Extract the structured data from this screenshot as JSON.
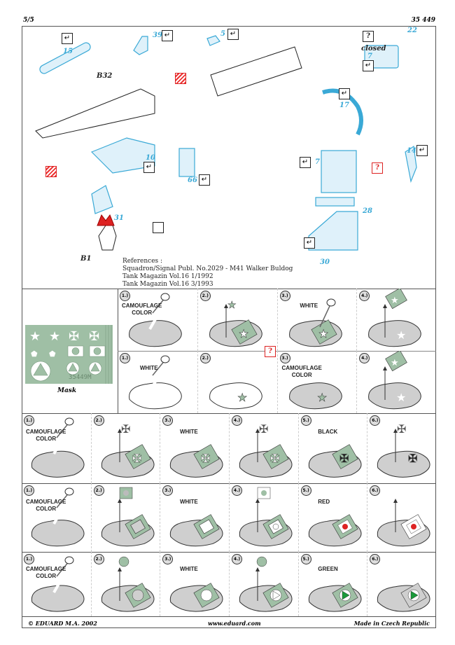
{
  "header": {
    "page": "5/5",
    "kit": "35 449"
  },
  "parts": {
    "p15": "15",
    "p39": "39",
    "b32": "B32",
    "p5": "5",
    "p22": "22",
    "closed": "closed",
    "p7a": "7",
    "p10": "10",
    "p66": "66",
    "p17": "17",
    "p31": "31",
    "p7b": "7",
    "p28": "28",
    "p14": "14",
    "b1": "B1",
    "p30": "30"
  },
  "icons": {
    "bend": "↵",
    "question": "?"
  },
  "references": {
    "title": "References :",
    "lines": [
      "Squadron/Signal Publ. No.2029 - M41 Walker Buldog",
      "Tank Magazin Vol.16 1/1992",
      "Tank Magazin Vol.16 3/1993"
    ]
  },
  "mask": {
    "label": "Mask",
    "code": "35449M"
  },
  "rows": [
    {
      "cols": 4,
      "steps": [
        {
          "n": "1.)",
          "label": "CAMOUFLAGE\nCOLOR",
          "mark": "none",
          "base": "#cfcfcf"
        },
        {
          "n": "2.)",
          "label": "",
          "mark": "star-mask",
          "base": "#cfcfcf"
        },
        {
          "n": "3.)",
          "label": "WHITE",
          "mark": "star-mask-paint",
          "base": "#cfcfcf"
        },
        {
          "n": "4.)",
          "label": "",
          "mark": "star-white",
          "base": "#cfcfcf"
        }
      ]
    },
    {
      "cols": 4,
      "steps": [
        {
          "n": "1.)",
          "label": "WHITE",
          "mark": "none",
          "base": "#fff"
        },
        {
          "n": "2.)",
          "label": "",
          "mark": "star-fill",
          "base": "#fff"
        },
        {
          "n": "3.)",
          "label": "CAMOUFLAGE\nCOLOR",
          "mark": "star-fill",
          "base": "#cfcfcf"
        },
        {
          "n": "4.)",
          "label": "",
          "mark": "star-white",
          "base": "#cfcfcf"
        }
      ]
    },
    {
      "cols": 6,
      "steps": [
        {
          "n": "1.)",
          "label": "CAMOUFLAGE\nCOLOR",
          "mark": "none",
          "base": "#cfcfcf"
        },
        {
          "n": "2.)",
          "label": "",
          "mark": "cross-mask",
          "base": "#cfcfcf"
        },
        {
          "n": "3.)",
          "label": "WHITE",
          "mark": "cross-white",
          "base": "#cfcfcf"
        },
        {
          "n": "4.)",
          "label": "",
          "mark": "cross-mask",
          "base": "#cfcfcf"
        },
        {
          "n": "5.)",
          "label": "BLACK",
          "mark": "cross-black",
          "base": "#cfcfcf"
        },
        {
          "n": "6.)",
          "label": "",
          "mark": "cross-final",
          "base": "#cfcfcf"
        }
      ]
    },
    {
      "cols": 6,
      "steps": [
        {
          "n": "1.)",
          "label": "CAMOUFLAGE\nCOLOR",
          "mark": "none",
          "base": "#cfcfcf"
        },
        {
          "n": "2.)",
          "label": "",
          "mark": "square-mask",
          "base": "#cfcfcf"
        },
        {
          "n": "3.)",
          "label": "WHITE",
          "mark": "square-white",
          "base": "#cfcfcf"
        },
        {
          "n": "4.)",
          "label": "",
          "mark": "dot-mask",
          "base": "#cfcfcf"
        },
        {
          "n": "5.)",
          "label": "RED",
          "mark": "dot-red",
          "base": "#cfcfcf"
        },
        {
          "n": "6.)",
          "label": "",
          "mark": "dot-final",
          "base": "#cfcfcf"
        }
      ]
    },
    {
      "cols": 6,
      "steps": [
        {
          "n": "1.)",
          "label": "CAMOUFLAGE\nCOLOR",
          "mark": "none",
          "base": "#cfcfcf"
        },
        {
          "n": "2.)",
          "label": "",
          "mark": "circle-mask",
          "base": "#cfcfcf"
        },
        {
          "n": "3.)",
          "label": "WHITE",
          "mark": "circle-white",
          "base": "#cfcfcf"
        },
        {
          "n": "4.)",
          "label": "",
          "mark": "tri-mask",
          "base": "#cfcfcf"
        },
        {
          "n": "5.)",
          "label": "GREEN",
          "mark": "tri-green",
          "base": "#cfcfcf"
        },
        {
          "n": "6.)",
          "label": "",
          "mark": "tri-final",
          "base": "#cfcfcf"
        }
      ]
    }
  ],
  "footer": {
    "copyright": "© EDUARD  M.A. 2002",
    "url": "www.eduard.com",
    "made": "Made in Czech Republic"
  },
  "colors": {
    "etch": "#3aa9d6",
    "mask": "#9fbfa5",
    "red": "#d22",
    "green": "#1a9a3a"
  }
}
